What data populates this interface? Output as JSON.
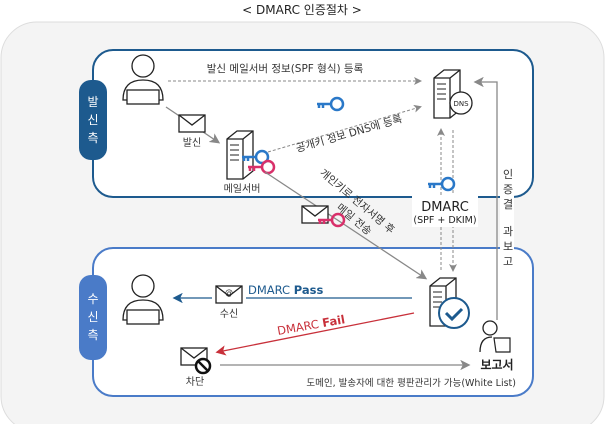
{
  "title": "< DMARC 인증절차 >",
  "sender_side": {
    "tab": [
      "발",
      "신",
      "측"
    ],
    "register_spf": "발신 메일서버 정보(SPF 형식) 등록",
    "send_label": "발신",
    "mail_server": "메일서버",
    "register_key": "공개키 정보 DNS에 등록",
    "dns_label": "DNS"
  },
  "middle": {
    "signed_line1": "개인키로 전자서명 후",
    "signed_line2": "메일 전송",
    "dmarc": "DMARC",
    "dmarc_sub": "(SPF + DKIM)",
    "report_vertical": [
      "인",
      "증",
      "결",
      "과",
      "보",
      "고"
    ]
  },
  "receiver_side": {
    "tab": [
      "수",
      "신",
      "측"
    ],
    "pass_prefix": "DMARC ",
    "pass_bold": "Pass",
    "receive_label": "수신",
    "fail_prefix": "DMARC ",
    "fail_bold": "Fail",
    "block_label": "차단",
    "report": "보고서",
    "report_desc": "도메인, 발송자에 대한 평판관리가 가능(White List)"
  },
  "colors": {
    "dark_blue": "#1d5a8e",
    "light_blue": "#4a7bc8",
    "key_blue": "#2a78c8",
    "key_pink": "#d8306a",
    "fail_red": "#c8303a",
    "pass_blue": "#1d5a8e",
    "outer_bg": "#f4f4f4"
  }
}
